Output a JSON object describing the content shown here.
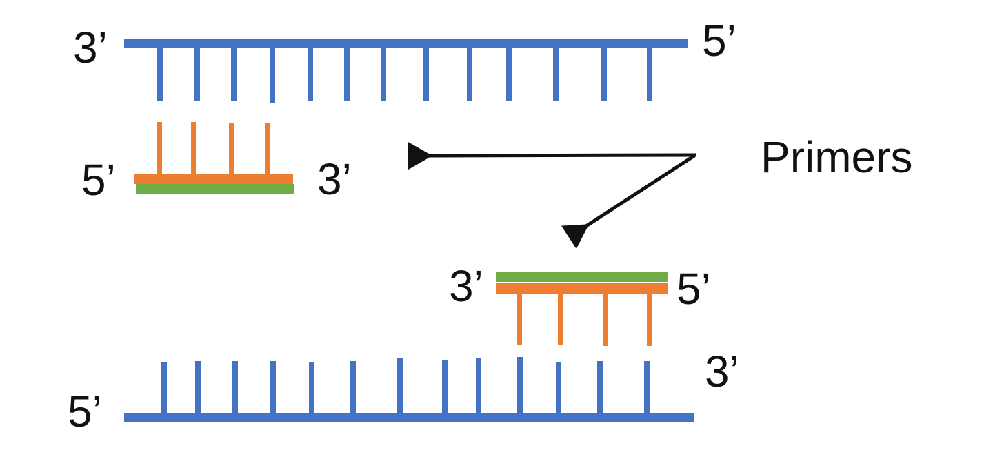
{
  "diagram": {
    "type": "pcr-primer-annealing",
    "colors": {
      "template_strand": "#4472C4",
      "primer_bases": "#ED7D31",
      "primer_tag": "#70AD47",
      "arrow": "#111111",
      "text": "#111111"
    },
    "top_strand": {
      "left_label": "3’",
      "right_label": "5’",
      "tick_count": 13
    },
    "primer_forward": {
      "left_label": "5’",
      "right_label": "3’",
      "tick_count": 4
    },
    "primer_reverse": {
      "left_label": "3’",
      "right_label": "5’",
      "tick_count": 4
    },
    "bottom_strand": {
      "left_label": "5’",
      "right_label": "3’",
      "tick_count": 13
    },
    "callout": {
      "label": "Primers",
      "arrow_targets": [
        "forward-primer",
        "reverse-primer"
      ]
    }
  }
}
